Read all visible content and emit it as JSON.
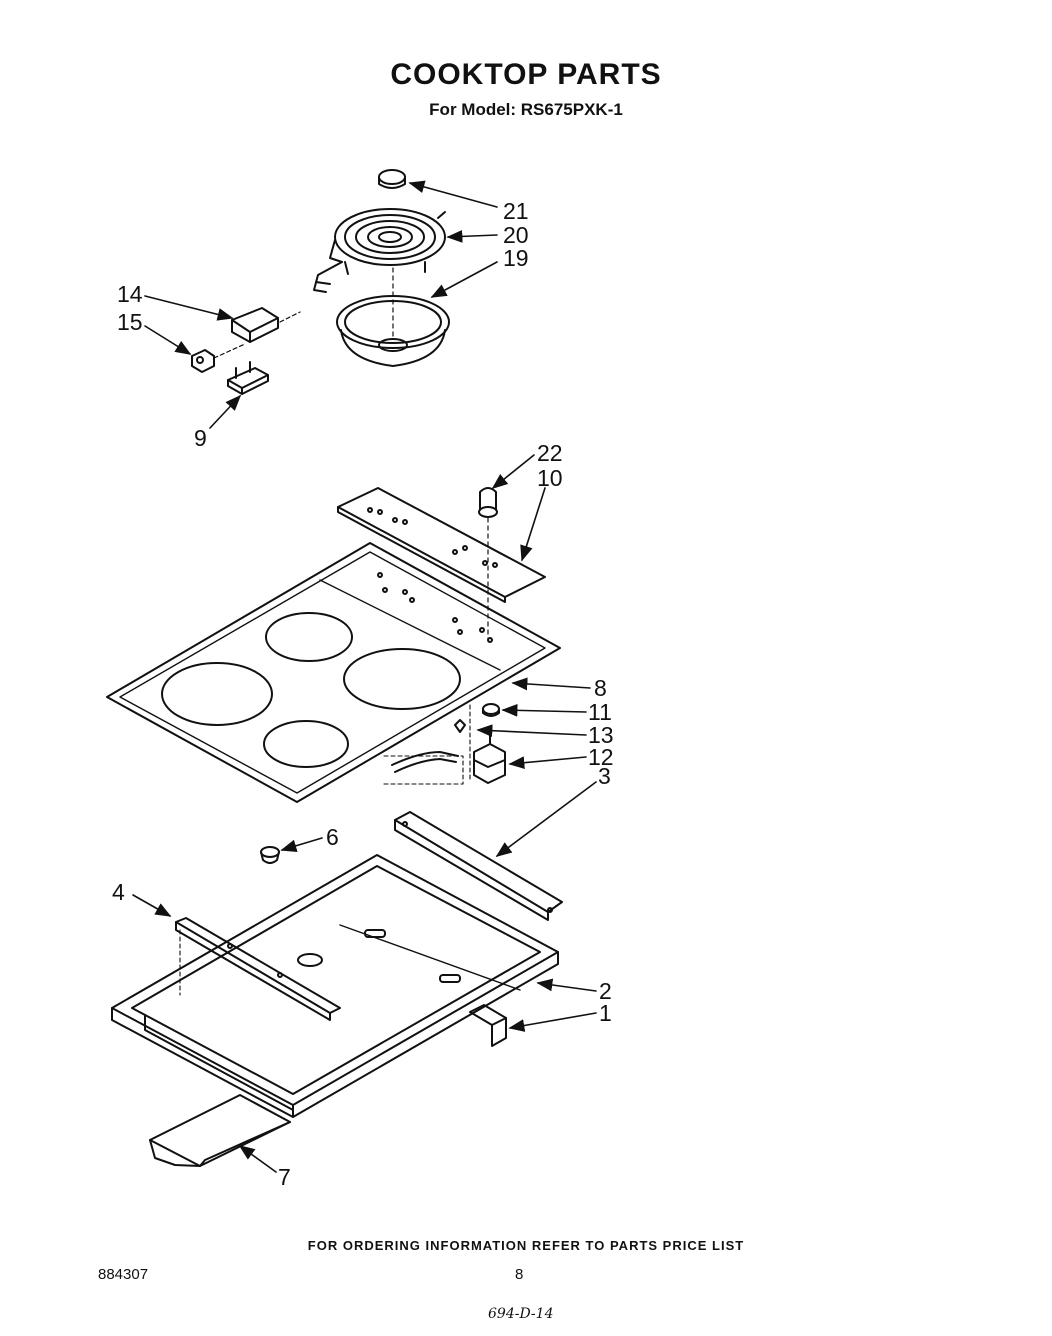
{
  "title": "COOKTOP PARTS",
  "subtitle": "For Model: RS675PXK-1",
  "footer": "FOR ORDERING INFORMATION REFER TO PARTS PRICE LIST",
  "doc_number": "884307",
  "page_number": "8",
  "handwritten_note": "694-D-14",
  "callouts": [
    "21",
    "20",
    "19",
    "14",
    "15",
    "9",
    "22",
    "10",
    "8",
    "11",
    "13",
    "12",
    "3",
    "6",
    "4",
    "2",
    "1",
    "7"
  ]
}
